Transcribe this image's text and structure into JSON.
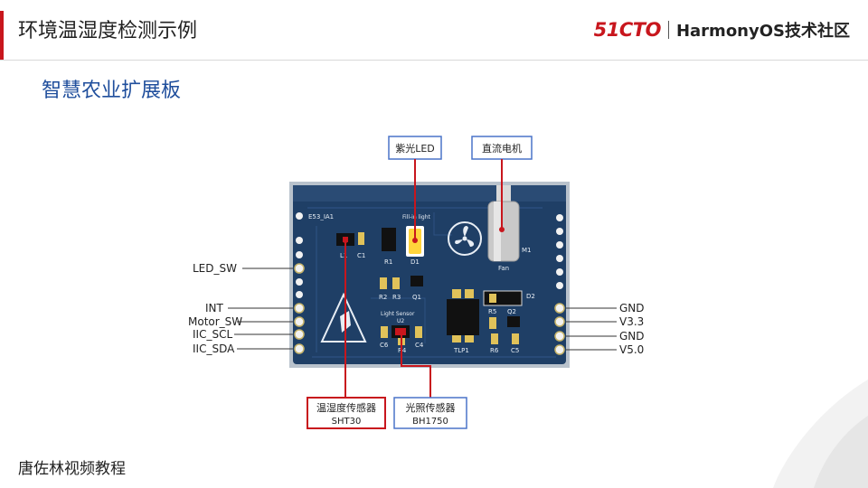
{
  "header": {
    "title": "环境温湿度检测示例",
    "logo_brand": "51CTO",
    "logo_text": "HarmonyOS技术社区"
  },
  "subtitle": "智慧农业扩展板",
  "footer": {
    "credit": "唐佐林视频教程"
  },
  "board": {
    "name": "E53_IA1",
    "silk": {
      "fill_light": "Fill-in light",
      "l1": "L1",
      "c1": "C1",
      "r1": "R1",
      "d1": "D1",
      "r2": "R2",
      "r3": "R3",
      "q1": "Q1",
      "light_sensor": "Light Sensor",
      "u2": "U2",
      "c6": "C6",
      "r4": "R4",
      "c4": "C4",
      "tlp1": "TLP1",
      "r5": "R5",
      "q2": "Q2",
      "d2": "D2",
      "r6": "R6",
      "c5": "C5",
      "fan": "Fan",
      "m1": "M1"
    }
  },
  "left_pins": [
    "LED_SW",
    "INT",
    "Motor_SW",
    "IIC_SCL",
    "IIC_SDA"
  ],
  "right_pins": [
    "GND",
    "V3.3",
    "GND",
    "V5.0"
  ],
  "callouts": {
    "uv_led": "紫光LED",
    "dc_motor": "直流电机",
    "temp_sensor": {
      "line1": "温湿度传感器",
      "line2": "SHT30"
    },
    "light_sensor": {
      "line1": "光照传感器",
      "line2": "BH1750"
    }
  },
  "colors": {
    "accent": "#c8161d",
    "board": "#1f3f66",
    "title_blue": "#1f4e9c",
    "callout_blue": "#4a74c9"
  }
}
